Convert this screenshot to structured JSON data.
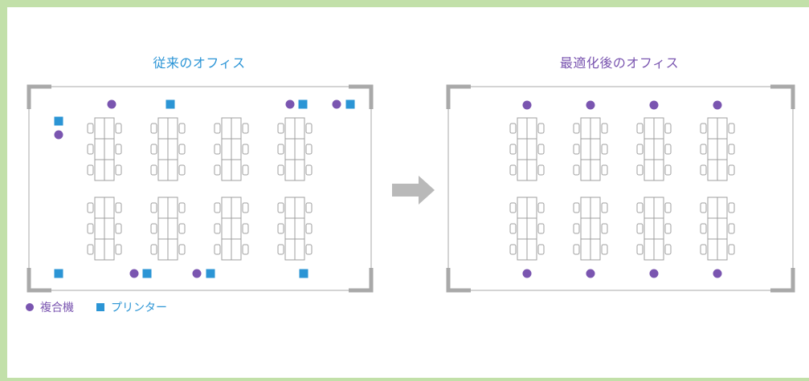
{
  "panels": {
    "left_title": "従来のオフィス",
    "right_title": "最適化後のオフィス"
  },
  "legend": {
    "mfp_label": "複合機",
    "printer_label": "プリンター"
  },
  "colors": {
    "frame": "#c2e0a9",
    "mfp": "#7a55b0",
    "printer": "#2b95d5",
    "left_title": "#2a94d6",
    "right_title": "#7a55b0",
    "arrow": "#b9b9b9",
    "furniture": "#9a9a9a"
  },
  "layout_semantics": {
    "desk_clusters_per_office": 8,
    "desk_rows_per_cluster": 3,
    "arrow_direction": "left-to-right"
  }
}
